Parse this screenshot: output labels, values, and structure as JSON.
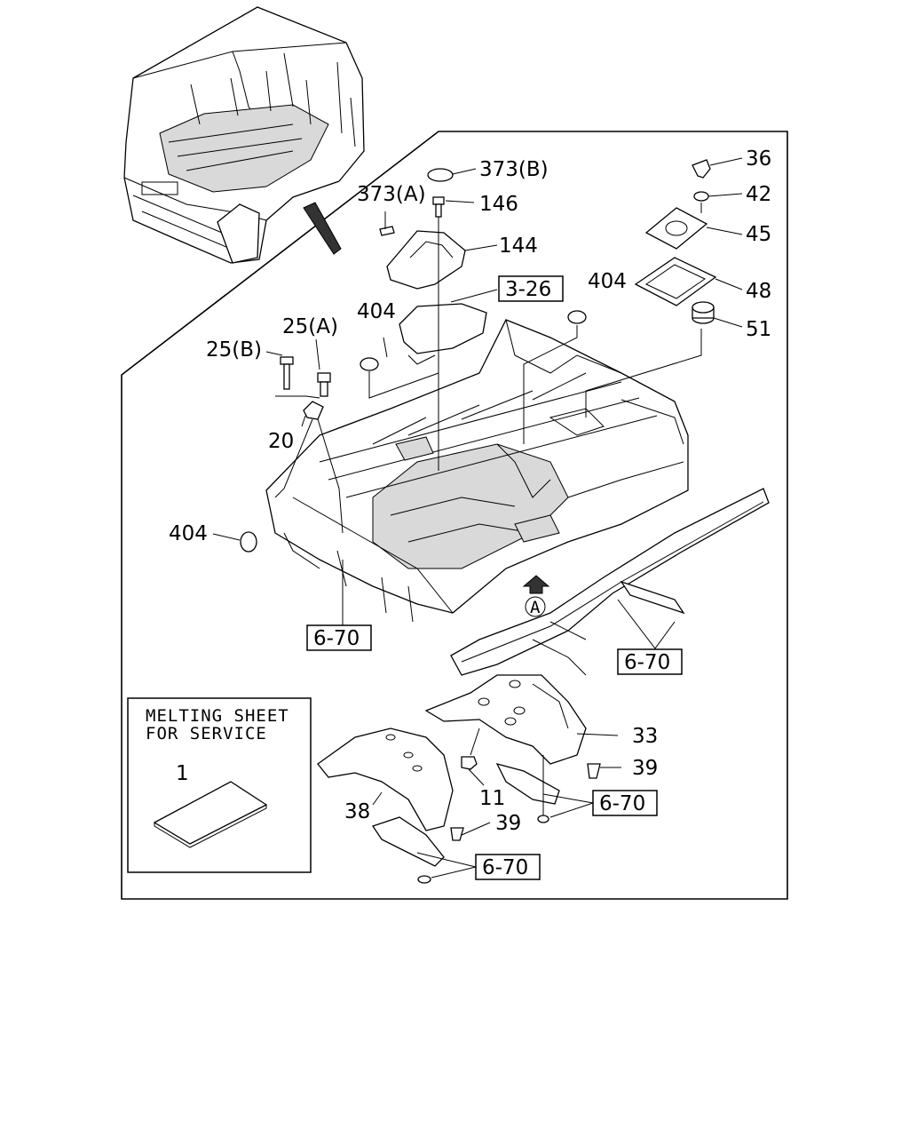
{
  "callouts": {
    "c373b": "373(B)",
    "c373a": "373(A)",
    "c146": "146",
    "c144": "144",
    "c36": "36",
    "c42": "42",
    "c45": "45",
    "c48": "48",
    "c51": "51",
    "c404a": "404",
    "c404b": "404",
    "c404c": "404",
    "c25a": "25(A)",
    "c25b": "25(B)",
    "c20": "20",
    "c33": "33",
    "c39a": "39",
    "c39b": "39",
    "c11": "11",
    "c38": "38",
    "c1": "1",
    "circle_a": "A"
  },
  "refs": {
    "r326": "3-26",
    "r670a": "6-70",
    "r670b": "6-70",
    "r670c": "6-70",
    "r670d": "6-70"
  },
  "inset": {
    "line1": "MELTING SHEET",
    "line2": "FOR SERVICE"
  }
}
